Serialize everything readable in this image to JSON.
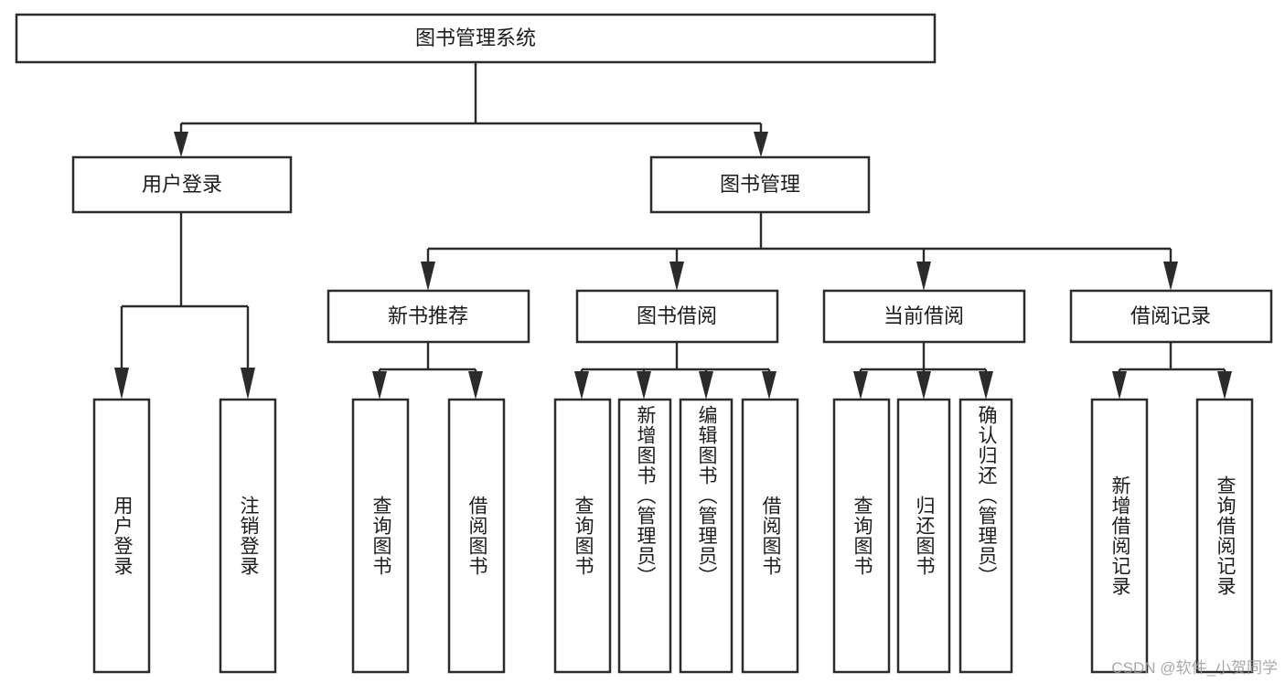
{
  "diagram": {
    "type": "tree-hierarchy",
    "title": "图书管理系统",
    "watermark": "CSDN @软件_小贺同学",
    "colors": {
      "stroke": "#2b2b2b",
      "fill": "#ffffff",
      "text": "#1c1c1c",
      "watermark": "#9a9a9a"
    },
    "root": {
      "label": "图书管理系统"
    },
    "level2": [
      {
        "label": "用户登录"
      },
      {
        "label": "图书管理"
      }
    ],
    "level3": [
      {
        "label": "新书推荐"
      },
      {
        "label": "图书借阅"
      },
      {
        "label": "当前借阅"
      },
      {
        "label": "借阅记录"
      }
    ],
    "leaves": {
      "user_login": [
        {
          "label": "用户登录"
        },
        {
          "label": "注销登录"
        }
      ],
      "new_book": [
        {
          "label": "查询图书"
        },
        {
          "label": "借阅图书"
        }
      ],
      "book_borrow": [
        {
          "label": "查询图书"
        },
        {
          "label": "新增图书（管理员）"
        },
        {
          "label": "编辑图书（管理员）"
        },
        {
          "label": "借阅图书"
        }
      ],
      "current_borrow": [
        {
          "label": "查询图书"
        },
        {
          "label": "归还图书"
        },
        {
          "label": "确认归还（管理员）"
        }
      ],
      "borrow_record": [
        {
          "label": "新增借阅记录"
        },
        {
          "label": "查询借阅记录"
        }
      ]
    }
  }
}
